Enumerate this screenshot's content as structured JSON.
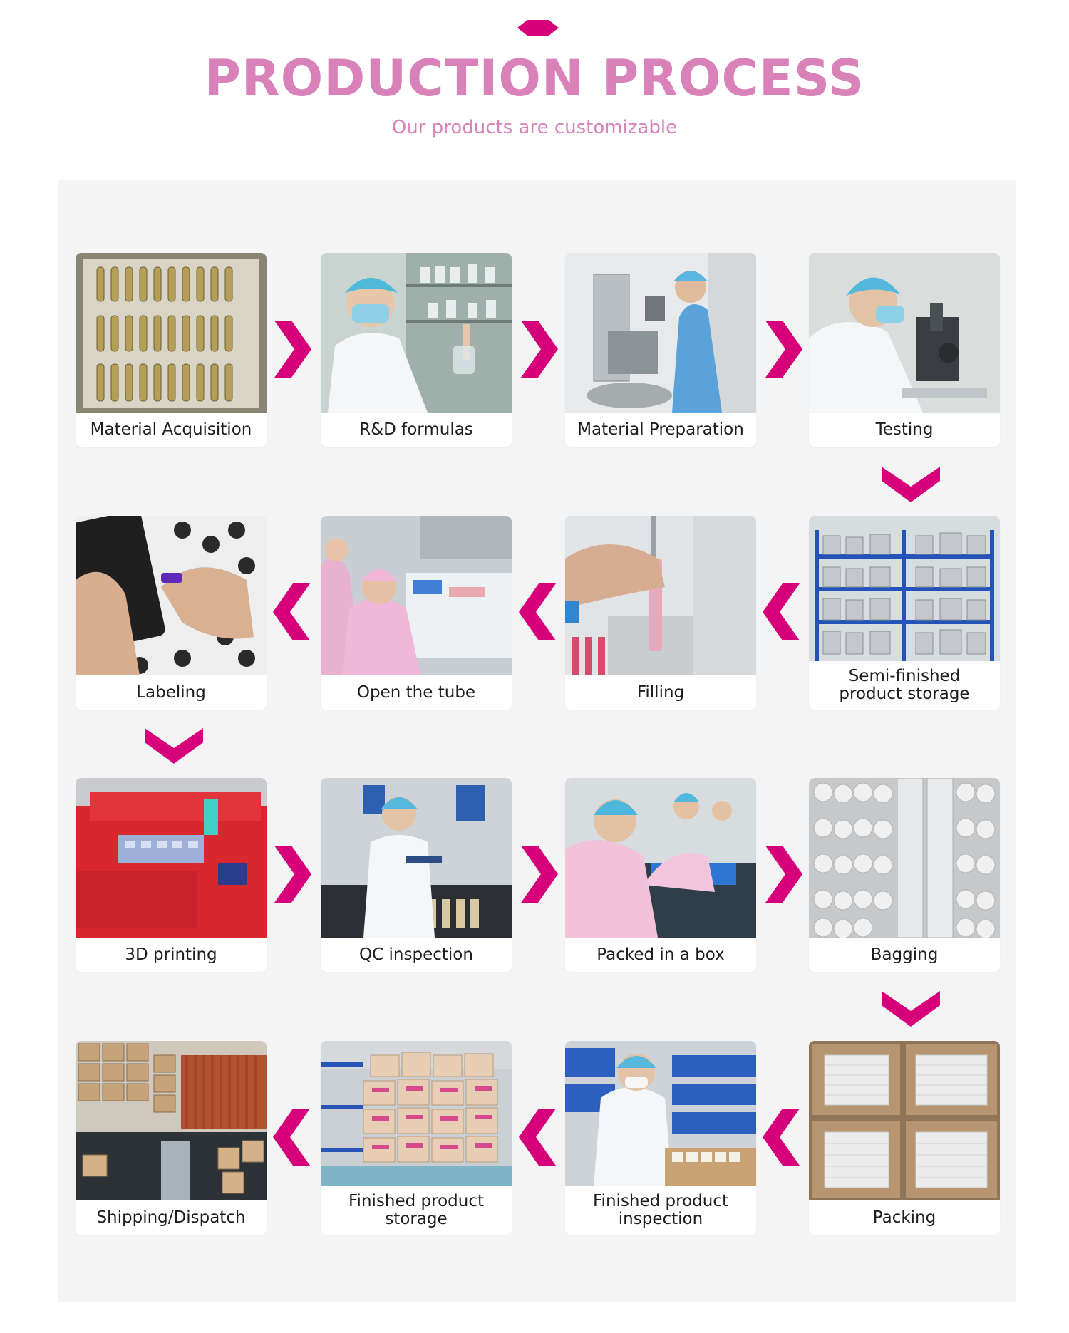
{
  "header": {
    "title": "PRODUCTION PROCESS",
    "subtitle": "Our products are customizable"
  },
  "colors": {
    "accent": "#d6007a",
    "title": "#d982ba",
    "panel": "#f4f4f4"
  },
  "steps": [
    {
      "label": "Material Acquisition",
      "icon": "lipstick-tubes-photo"
    },
    {
      "label": "R&D formulas",
      "icon": "lab-technician-photo"
    },
    {
      "label": "Material Preparation",
      "icon": "mixing-machine-photo"
    },
    {
      "label": "Testing",
      "icon": "microscope-photo"
    },
    {
      "label": "Semi-finished product storage",
      "icon": "storage-shelves-photo"
    },
    {
      "label": "Filling",
      "icon": "filling-photo"
    },
    {
      "label": "Open the tube",
      "icon": "workers-table-photo"
    },
    {
      "label": "Labeling",
      "icon": "labeling-photo"
    },
    {
      "label": "3D printing",
      "icon": "printer-photo"
    },
    {
      "label": "QC inspection",
      "icon": "qc-worker-photo"
    },
    {
      "label": "Packed in a box",
      "icon": "packing-workers-photo"
    },
    {
      "label": "Bagging",
      "icon": "bagged-bottles-photo"
    },
    {
      "label": "Packing",
      "icon": "boxes-photo"
    },
    {
      "label": "Finished product inspection",
      "icon": "inspection-worker-photo"
    },
    {
      "label": "Finished product storage",
      "icon": "warehouse-photo"
    },
    {
      "label": "Shipping/Dispatch",
      "icon": "truck-warehouse-photo"
    }
  ]
}
